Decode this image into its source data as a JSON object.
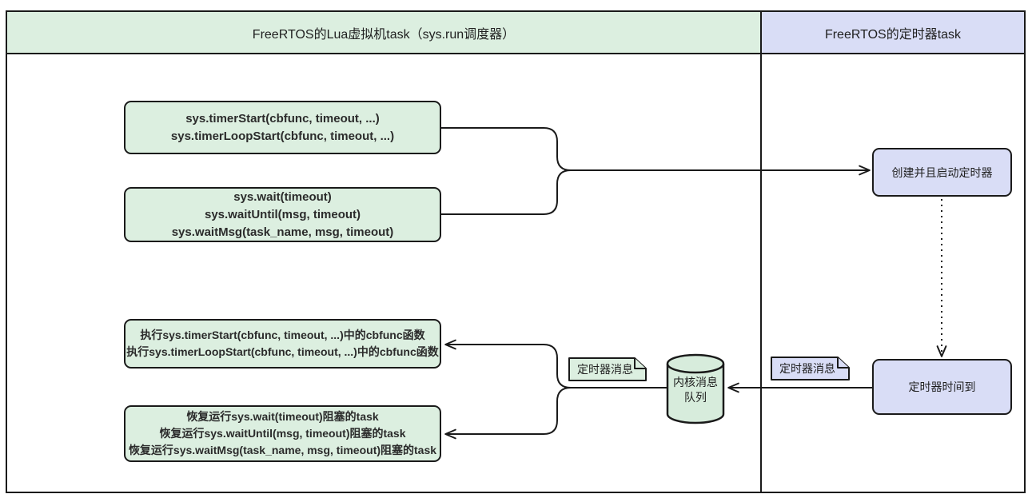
{
  "lanes": {
    "lua_vm": {
      "title": "FreeRTOS的Lua虚拟机task（sys.run调度器）"
    },
    "timer": {
      "title": "FreeRTOS的定时器task"
    }
  },
  "nodes": {
    "timer_start_api": {
      "lines": [
        "sys.timerStart(cbfunc, timeout, ...)",
        "sys.timerLoopStart(cbfunc, timeout, ...)"
      ]
    },
    "wait_api": {
      "lines": [
        "sys.wait(timeout)",
        "sys.waitUntil(msg, timeout)",
        "sys.waitMsg(task_name, msg, timeout)"
      ]
    },
    "exec_cbfunc": {
      "lines": [
        "执行sys.timerStart(cbfunc, timeout, ...)中的cbfunc函数",
        "执行sys.timerLoopStart(cbfunc, timeout, ...)中的cbfunc函数"
      ]
    },
    "resume_task": {
      "lines": [
        "恢复运行sys.wait(timeout)阻塞的task",
        "恢复运行sys.waitUntil(msg, timeout)阻塞的task",
        "恢复运行sys.waitMsg(task_name, msg, timeout)阻塞的task"
      ]
    },
    "create_timer": {
      "label": "创建并且启动定时器"
    },
    "timer_fired": {
      "label": "定时器时间到"
    },
    "kernel_queue": {
      "lines": [
        "内核消息",
        "队列"
      ]
    },
    "timer_msg_left": {
      "label": "定时器消息"
    },
    "timer_msg_right": {
      "label": "定时器消息"
    }
  },
  "colors": {
    "green_fill": "#dcefe0",
    "lavender_fill": "#d9ddf6",
    "stroke": "#1a1a1a",
    "text": "#2b2b2b"
  }
}
